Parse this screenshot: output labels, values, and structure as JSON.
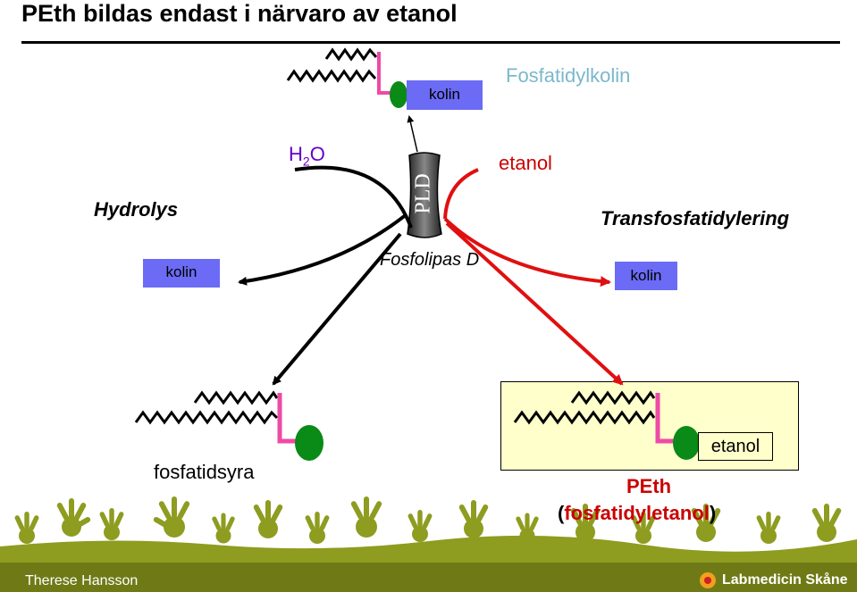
{
  "title": "PEth bildas endast i närvaro av etanol",
  "top_molecule": {
    "head_label": "kolin",
    "name": "Fosfatidylkolin"
  },
  "water": {
    "base": "H",
    "subscript": "2",
    "tail": "O"
  },
  "ethanol_label": "etanol",
  "hydrolysis_label": "Hydrolys",
  "transphosphatidylation_label": "Transfosfatidylering",
  "enzyme": {
    "abbrev": "PLD",
    "name": "Fosfolipas D"
  },
  "left_product_box": "kolin",
  "right_product_box": "kolin",
  "left_product": "fosfatidsyra",
  "right_product": {
    "head_label": "etanol",
    "abbrev": "PEth",
    "paren_open": "(",
    "full_name": "fosfatidyletanol",
    "paren_close": ")"
  },
  "footer": {
    "author": "Therese Hansson",
    "logo": "Labmedicin Skåne"
  },
  "colors": {
    "box_fill": "#6b6bf5",
    "linker": "#ee4aa6",
    "head_group": "#0a8a16",
    "hydrolysis_arrow": "#000000",
    "ethanol_arrow": "#e01010",
    "water_text": "#6600cc",
    "name_text": "#7ab8cc",
    "peth_text": "#cc0000",
    "peth_box_fill": "#ffffcc",
    "grass": "#8e9c20"
  },
  "icons": [
    "enzyme-capsule-icon",
    "hand-silhouette-icon",
    "logo-mark-icon"
  ]
}
